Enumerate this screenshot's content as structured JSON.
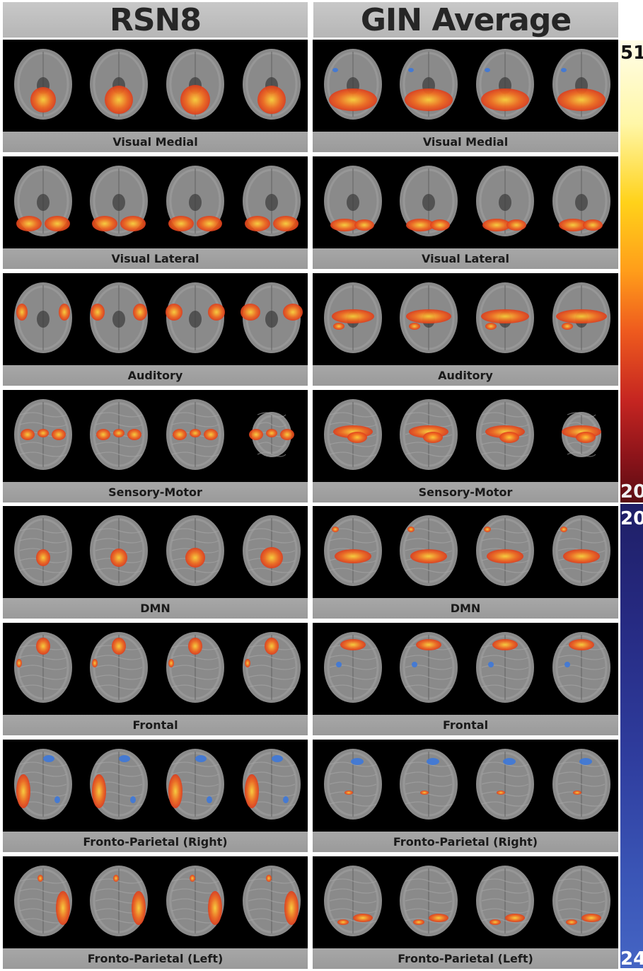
{
  "columns": {
    "left": "RSN8",
    "right": "GIN Average"
  },
  "rows": [
    {
      "label": "Visual Medial"
    },
    {
      "label": "Visual Lateral"
    },
    {
      "label": "Auditory"
    },
    {
      "label": "Sensory-Motor"
    },
    {
      "label": "DMN"
    },
    {
      "label": "Frontal"
    },
    {
      "label": "Fronto-Parietal (Right)"
    },
    {
      "label": "Fronto-Parietal (Left)"
    }
  ],
  "colorbar": {
    "positive": {
      "top": "51",
      "bottom": "20",
      "from_color": "#fffde8",
      "to_color": "#5a0c12"
    },
    "negative": {
      "top": "20",
      "bottom": "24",
      "from_color": "#1f1f66",
      "to_color": "#4565c4"
    }
  },
  "colors": {
    "activation": "#e8451c",
    "activation_peak": "#ffb21a",
    "deactivation": "#3f78d8",
    "brain": "#8a8a8a"
  }
}
